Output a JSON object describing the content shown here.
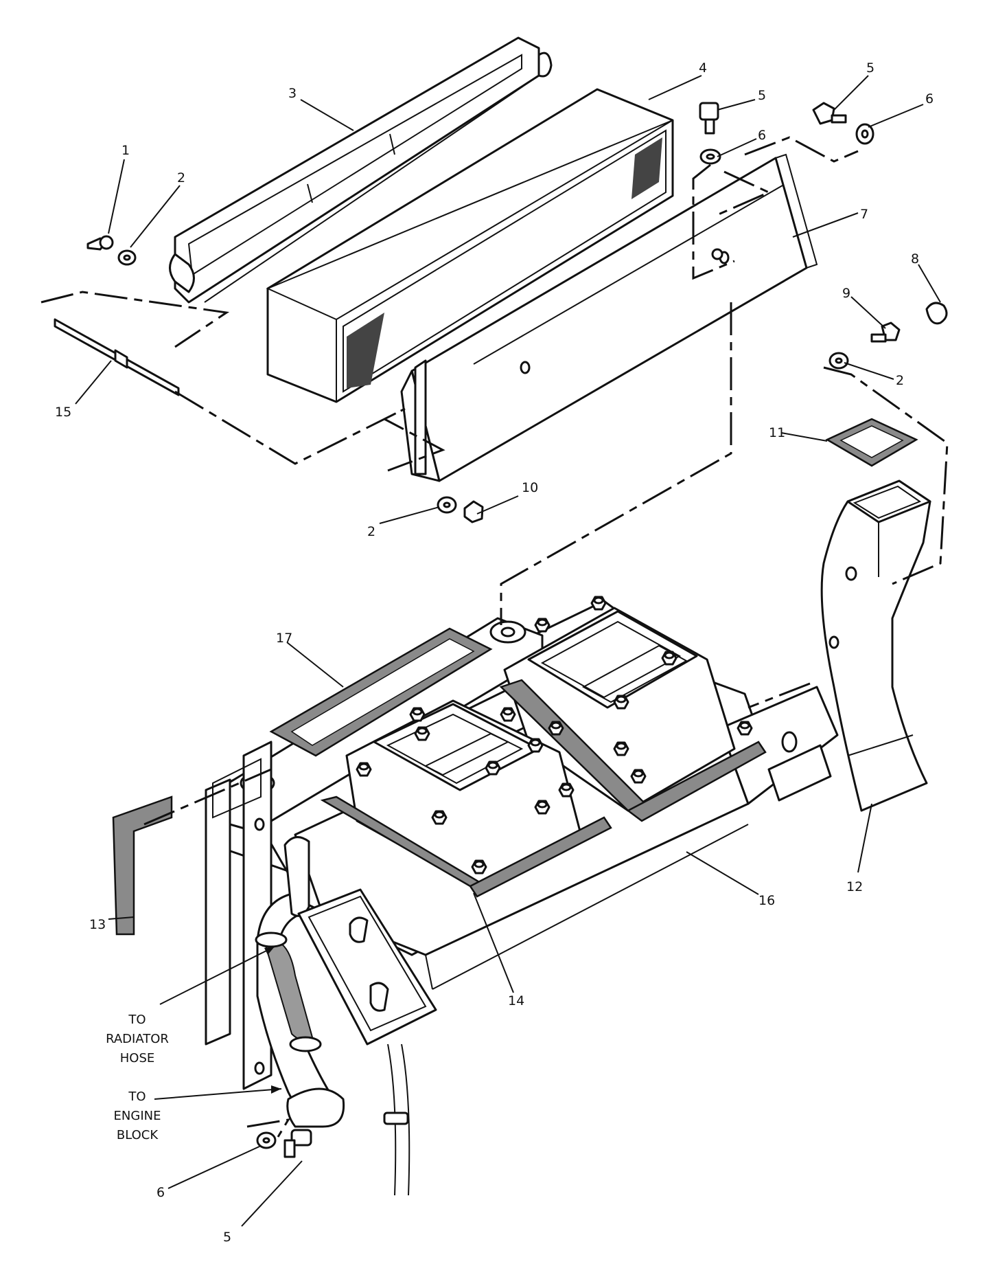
{
  "callouts": {
    "c1": "1",
    "c2a": "2",
    "c2b": "2",
    "c2c": "2",
    "c3": "3",
    "c4": "4",
    "c5a": "5",
    "c5b": "5",
    "c5c": "5",
    "c6a": "6",
    "c6b": "6",
    "c6c": "6",
    "c7": "7",
    "c8": "8",
    "c9": "9",
    "c10": "10",
    "c11": "11",
    "c12": "12",
    "c13": "13",
    "c14": "14",
    "c15": "15",
    "c16": "16",
    "c17": "17"
  },
  "notes": {
    "radiator_hose": [
      "TO",
      "RADIATOR",
      "HOSE"
    ],
    "engine_block": [
      "TO",
      "ENGINE",
      "BLOCK"
    ]
  }
}
